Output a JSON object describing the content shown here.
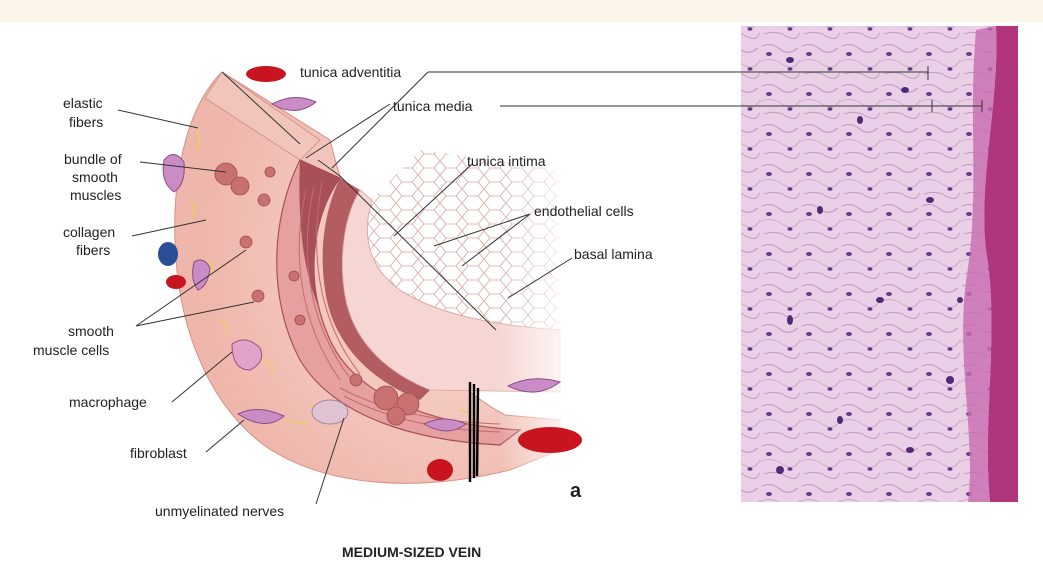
{
  "labels": {
    "tunica_adventitia": "tunica adventitia",
    "tunica_media": "tunica  media",
    "tunica_intima": "tunica  intima",
    "endothelial_cells": "endothelial cells",
    "basal_lamina": "basal lamina",
    "elastic_fibers": [
      "elastic",
      "fibers"
    ],
    "bundle_smooth_muscles": [
      "bundle of",
      "smooth",
      "muscles"
    ],
    "collagen_fibers": [
      "collagen",
      "fibers"
    ],
    "smooth_muscle_cells": [
      "smooth",
      "muscle cells"
    ],
    "macrophage": "macrophage",
    "fibroblast": "fibroblast",
    "unmyelinated_nerves": "unmyelinated nerves",
    "panel_letter": "a"
  },
  "caption": "MEDIUM-SIZED VEIN",
  "colors": {
    "adventitia": "#f3c7bd",
    "media_dark": "#a8505a",
    "media": "#e8a0a0",
    "intima": "#f6d6d2",
    "rbc": "#c8141e",
    "nucleus_blue": "#2a4f96",
    "histology_bg": "#e9c6e2",
    "histology_edge": "#b0357d"
  }
}
